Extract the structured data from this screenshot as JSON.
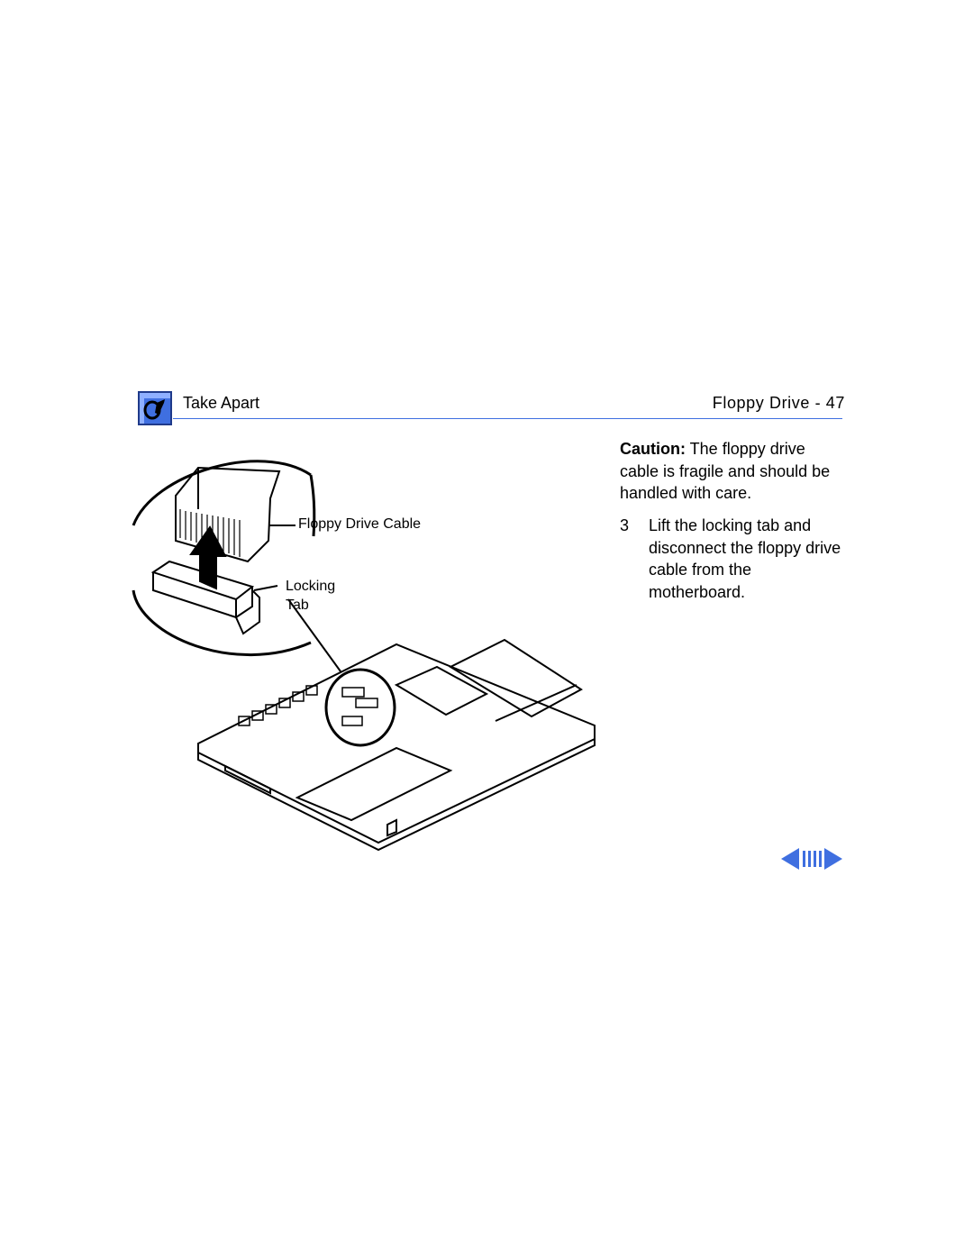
{
  "header": {
    "section": "Take Apart",
    "page_title": "Floppy Drive - 47",
    "icon": "tool-icon"
  },
  "caution": {
    "label": "Caution:",
    "text": "The floppy drive cable is fragile and should be handled with care."
  },
  "step": {
    "number": "3",
    "text": "Lift the locking tab and disconnect the floppy drive cable from the motherboard."
  },
  "figure": {
    "callout_cable": "Floppy Drive Cable",
    "callout_tab_line1": "Locking",
    "callout_tab_line2": "Tab"
  },
  "nav": {
    "prev_icon": "prev-page-arrow-icon",
    "index_icon": "index-bars-icon",
    "next_icon": "next-page-arrow-icon"
  },
  "colors": {
    "accent": "#3f6fe0",
    "icon_blue": "#2f5fd8"
  }
}
